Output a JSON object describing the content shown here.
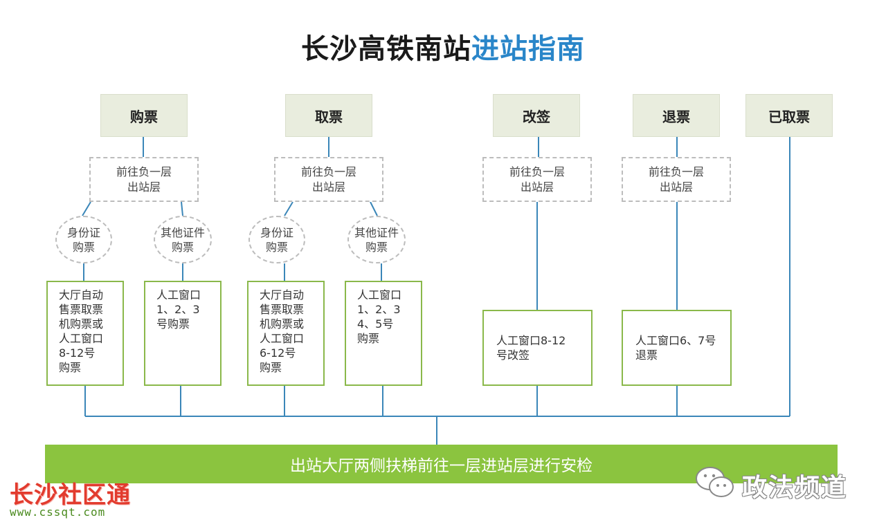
{
  "title": {
    "part1": "长沙高铁南站",
    "part2": "进站指南"
  },
  "categories": {
    "buy": "购票",
    "pickup": "取票",
    "change": "改签",
    "refund": "退票",
    "picked": "已取票"
  },
  "go_floor": "前往负一层\n出站层",
  "ovals": {
    "id_card": "身份证\n购票",
    "other_id": "其他证件\n购票"
  },
  "boxes": {
    "buy_id": "大厅自动\n售票取票\n机购票或\n人工窗口\n8-12号\n购票",
    "buy_other": "人工窗口\n1、2、3\n号购票",
    "pickup_id": "大厅自动\n售票取票\n机购票或\n人工窗口\n6-12号\n购票",
    "pickup_other": "人工窗口\n1、2、3\n4、5号\n购票",
    "change": "人工窗口8-12\n号改签",
    "refund": "人工窗口6、7号\n退票"
  },
  "bottom_bar": "出站大厅两侧扶梯前往一层进站层进行安检",
  "watermark": {
    "brand": "长沙社区通",
    "url": "www.cssqt.com",
    "account": "政法频道"
  },
  "colors": {
    "accent_blue": "#2a86c9",
    "connector": "#3a86b8",
    "green": "#8bc43f",
    "box_border": "#8ab84a"
  }
}
